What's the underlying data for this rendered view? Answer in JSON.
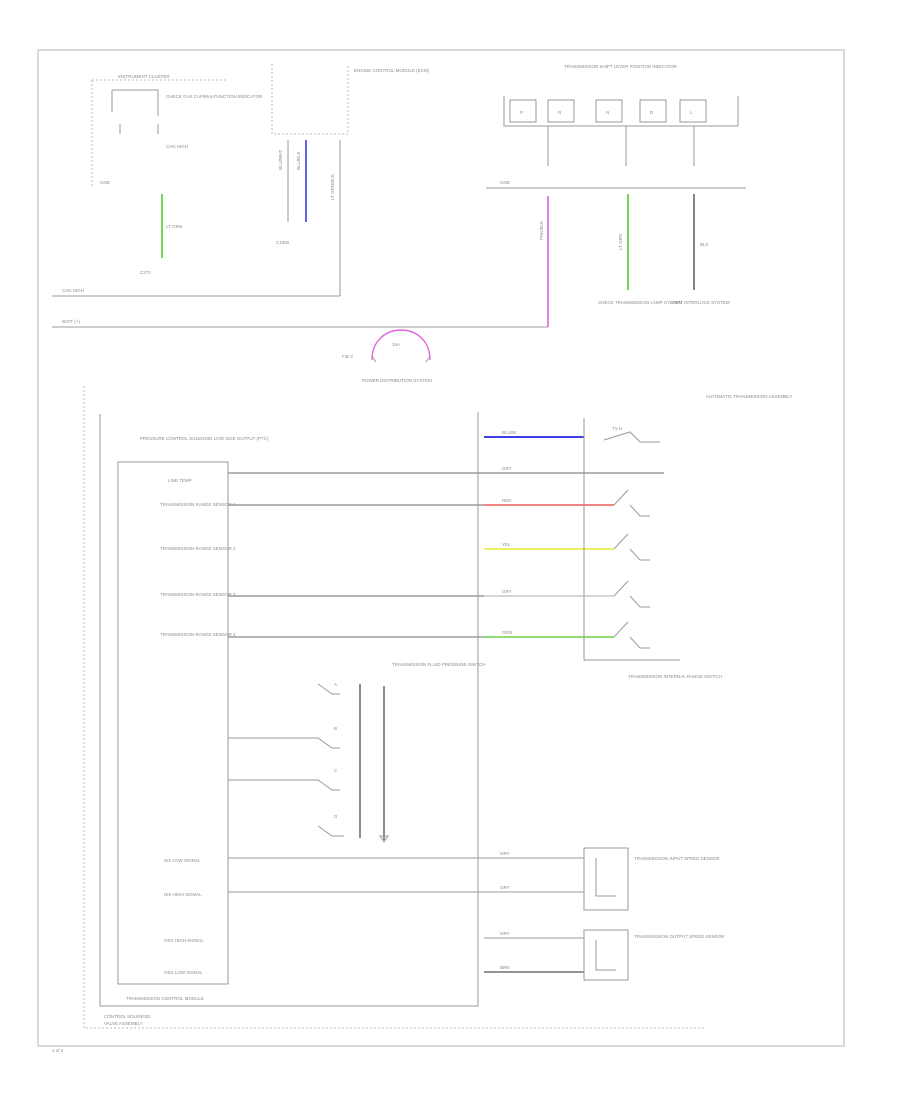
{
  "diagram": {
    "page_number": "1 of 2",
    "instrument_cluster": {
      "title": "INSTRUMENT CLUSTER",
      "lamp_label": "CHECK GAS CAP/MALFUNCTION INDICATOR",
      "note": "CAN HIGH",
      "ground": "GND",
      "connector": "C270",
      "wire": "LT GRN"
    },
    "engine_control_module": {
      "title": "ENGINE CONTROL MODULE (ECM)",
      "wires": [
        "BLU/WHT",
        "BLU/BLK",
        "LT GRN/BLK"
      ],
      "connector": "C1000"
    },
    "shift_lever": {
      "title": "TRANSMISSION SHIFT LEVER POSITION INDICATOR",
      "positions": [
        "P",
        "R",
        "N",
        "D",
        "L"
      ],
      "bus_label": "GND",
      "wire_left": "PNK/BLK",
      "wire_mid": "LT GRN",
      "wire_right": "BLK",
      "left_dest": "CHECK TRANSMISSION LAMP SYSTEM",
      "right_dest": "SHIFT INTERLOCK SYSTEM"
    },
    "power_bus": {
      "line_upper": "CAN HIGH",
      "line_lower": "BATT (+)"
    },
    "pdc": {
      "title": "POWER DISTRIBUTION SYSTEM",
      "fuse_a": "F/B 3",
      "fuse_b": "15A"
    },
    "tcm": {
      "title": "TRANSMISSION CONTROL MODULE",
      "signals": [
        "PRESSURE CONTROL SOLENOID LOW SIDE OUTPUT (PTC)",
        "LINE TEMP",
        "TRANSMISSION RANGE SENSOR 1",
        "TRANSMISSION RANGE SENSOR 2",
        "TRANSMISSION RANGE SENSOR 3",
        "TRANSMISSION RANGE SENSOR 4"
      ],
      "speed_signals": [
        "ISS LOW SIGNAL",
        "ISS HIGH SIGNAL",
        "OSS HIGH SIGNAL",
        "OSS LOW SIGNAL"
      ]
    },
    "harness_wires": [
      {
        "label": "BLU/W",
        "color": "#2222dd"
      },
      {
        "label": "GRY",
        "color": "#9c9c9c"
      },
      {
        "label": "RED",
        "color": "#ee5a5a"
      },
      {
        "label": "YEL",
        "color": "#e8e830"
      },
      {
        "label": "GRY",
        "color": "#c8c8c8"
      },
      {
        "label": "GRN",
        "color": "#6ad24a"
      }
    ],
    "range_switch": {
      "title": "TRANSMISSION INTERNAL RANGE SWITCH",
      "top": "T1-U"
    },
    "pressure_switch": {
      "title": "TRANSMISSION FLUID PRESSURE SWITCH",
      "contacts": [
        "A",
        "B",
        "C",
        "D"
      ]
    },
    "auto_trans": {
      "title": "AUTOMATIC TRANSMISSION ASSEMBLY"
    },
    "speed_sensors": {
      "input": "TRANSMISSION INPUT SPEED SENSOR",
      "output": "TRANSMISSION OUTPUT SPEED SENSOR",
      "wires": [
        "GRY",
        "GRY",
        "GRY",
        "BRN"
      ]
    },
    "footer": {
      "line1": "CONTROL SOLENOID",
      "line2": "VALVE ASSEMBLY"
    },
    "colors": {
      "blue": "#2222dd",
      "green": "#55cc33",
      "pink": "#dd66dd",
      "red": "#ee5a5a",
      "yellow": "#e8e830"
    }
  }
}
